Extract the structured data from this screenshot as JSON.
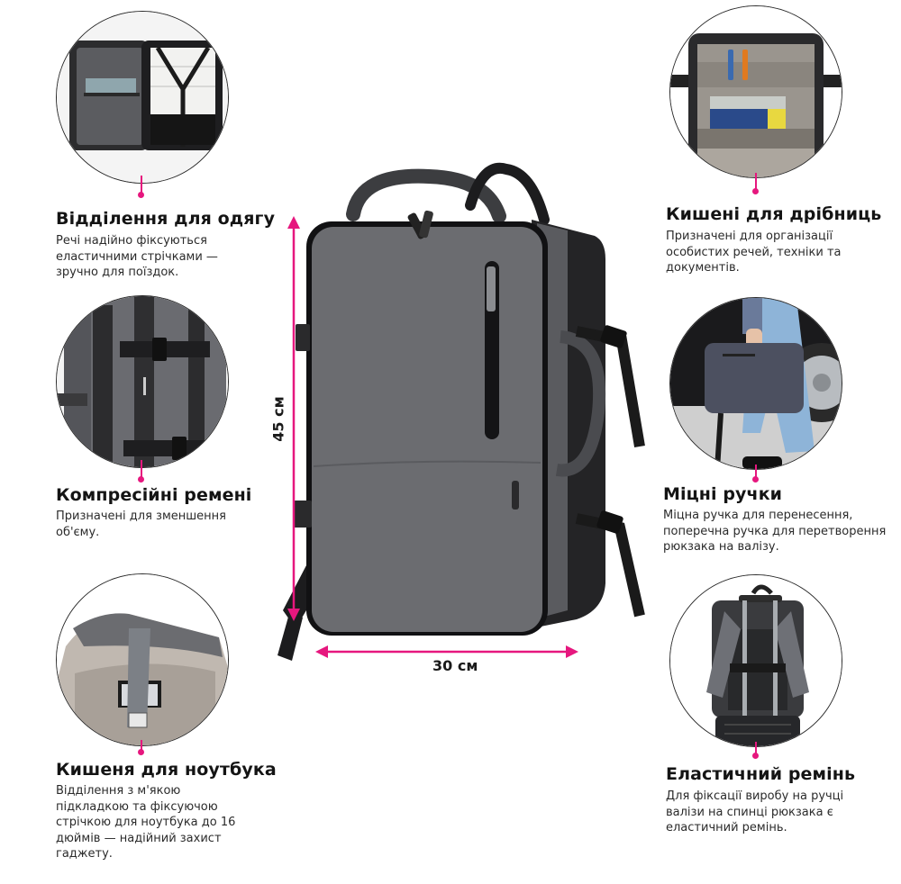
{
  "accent_color": "#e6177e",
  "dimensions": {
    "height_label": "45 см",
    "width_label": "30 см"
  },
  "main_product": {
    "image": "gray-travel-backpack",
    "color": "#6b6c70"
  },
  "features": [
    {
      "id": "clothing-compartment",
      "image": "open-clothing-compartment",
      "title": "Відділення для одягу",
      "description": "Речі надійно фіксуються еластичними стрічками — зручно для поїздок."
    },
    {
      "id": "small-pockets",
      "image": "organizer-pockets",
      "title": "Кишені для дрібниць",
      "description": "Призначені для організації особистих речей, техніки та документів."
    },
    {
      "id": "compression-straps",
      "image": "compression-straps-side",
      "title": "Компресійні ремені",
      "description": "Призначені для зменшення об'єму."
    },
    {
      "id": "strong-handles",
      "image": "carried-by-handle",
      "title": "Міцні ручки",
      "description": "Міцна ручка для перенесення, поперечна ручка для перетворення рюкзака на валізу."
    },
    {
      "id": "laptop-pocket",
      "image": "laptop-sleeve",
      "title": "Кишеня для ноутбука",
      "description": "Відділення з м'якою підкладкою та фіксуючою стрічкою для ноутбука до 16 дюймів — надійний захист гаджету."
    },
    {
      "id": "elastic-strap",
      "image": "luggage-pass-through",
      "title": "Еластичний ремінь",
      "description": "Для фіксації виробу на ручці валізи на спинці рюкзака є еластичний ремінь."
    }
  ]
}
